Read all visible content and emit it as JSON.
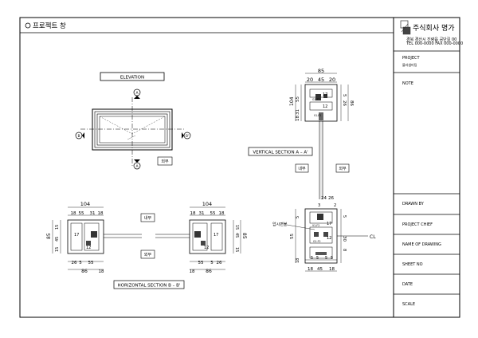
{
  "sheet": {
    "title": "프로젝트 창",
    "company": "주식회사 명가",
    "company_small_1": "경북 경산시 진량읍 공단길 00",
    "company_small_2": "TEL 000-0000 FAX 000-0000"
  },
  "title_block": {
    "project_label": "PROJECT",
    "project_value": "블라썸미팅",
    "note_label": "NOTE",
    "drawn_by_label": "DRAWN BY",
    "project_chief_label": "PROJECT CHIEF",
    "name_of_drawing_label": "NAME OF DRAWING",
    "sheet_no_label": "SHEET NO",
    "date_label": "DATE",
    "scale_label": "SCALE"
  },
  "labels": {
    "elevation": "ELEVATION",
    "outside": "외부",
    "inside": "내부",
    "vertical_section": "VERTICAL SECTION A – A'",
    "horizontal_section": "HORIZONTAL SECTION B – B'",
    "glazing_bead": "압시면불",
    "cl": "CL",
    "marker_a": "A",
    "marker_a_prime": "A'",
    "marker_b": "B",
    "marker_b_prime": "B'"
  },
  "dims": {
    "v_top_total": "85",
    "v_top_20a": "20",
    "v_top_45": "45",
    "v_top_20b": "20",
    "v_left_104": "104",
    "v_left_55": "55",
    "v_left_31": "31",
    "v_left_18": "18",
    "v_17": "17",
    "v_12": "12",
    "v_right_5": "5",
    "v_right_26": "26",
    "v_right_86": "86",
    "v_bot_24": "24",
    "v_bot_26": "26",
    "v_bot_3": "3",
    "v_bot_2": "2",
    "v_bot_17": "17",
    "v_bot_12": "12",
    "v_bot_5a": "5",
    "v_bot_5b": "5",
    "v_bot_18": "18",
    "v_bot_55": "55",
    "v_bot_30": "30",
    "v_bot_8": "8",
    "v_bot_e1": "5",
    "v_bot_e2": "5",
    "v_bot_e3": "5",
    "v_bot_e4": "5",
    "v_bot_e5": "18",
    "v_bot_e6": "45",
    "v_bot_e7": "18",
    "h_left_top": "104",
    "h_left_18a": "18",
    "h_left_55": "55",
    "h_left_31": "31",
    "h_left_18b": "18",
    "h_left_85": "85",
    "h_left_15a": "15",
    "h_left_45": "45",
    "h_left_15b": "15",
    "h_left_17": "17",
    "h_left_12": "12",
    "h_left_26": "26",
    "h_left_5": "5",
    "h_left_55b": "55",
    "h_left_86": "86",
    "h_left_18c": "18",
    "h_right_top": "104",
    "h_right_18a": "18",
    "h_right_31": "31",
    "h_right_55": "55",
    "h_right_18b": "18",
    "h_right_17": "17",
    "h_right_12": "12",
    "h_right_55b": "55",
    "h_right_5": "5",
    "h_right_26": "26",
    "h_right_18c": "18",
    "h_right_86": "86",
    "h_right_15a": "15",
    "h_right_45": "45",
    "h_right_15b": "15",
    "h_right_85": "85"
  }
}
